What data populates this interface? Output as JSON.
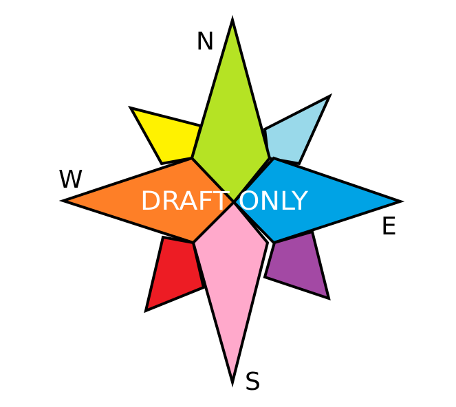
{
  "labels": {
    "north": "N",
    "south": "S",
    "east": "E",
    "west": "W"
  },
  "watermark": "DRAFT ONLY",
  "colors": {
    "north_point": "#b5e324",
    "south_point": "#ffa9cb",
    "east_point": "#00a3e5",
    "west_point": "#fe7f27",
    "northwest_point": "#fff200",
    "northeast_point": "#99d9ea",
    "southwest_point": "#ed1c24",
    "southeast_point": "#a349a4",
    "outline": "#000000",
    "watermark_text": "#ffffff"
  }
}
